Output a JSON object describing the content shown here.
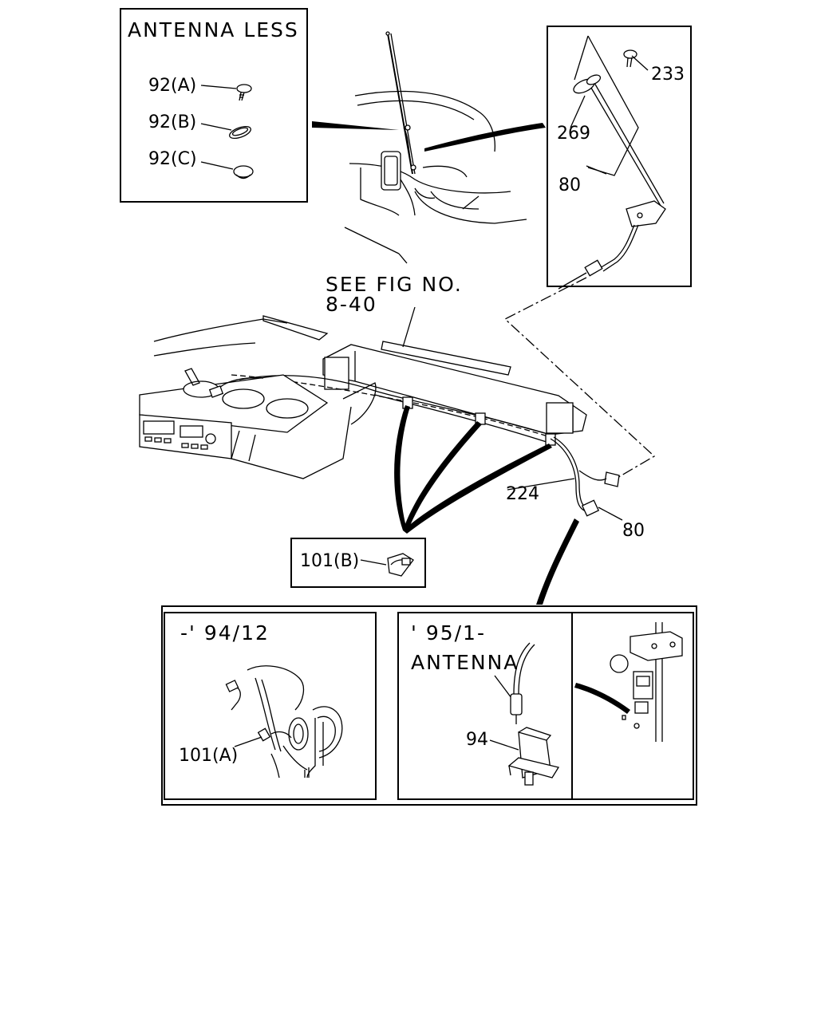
{
  "labels": {
    "antenna_less": "ANTENNA LESS",
    "p92a": "92(A)",
    "p92b": "92(B)",
    "p92c": "92(C)",
    "p233": "233",
    "p269": "269",
    "p80_top": "80",
    "see_fig_line1": "SEE FIG NO.",
    "see_fig_line2": "8-40",
    "p224": "224",
    "p80_mid": "80",
    "p101b": "101(B)",
    "early_range": "-' 94/12",
    "p101a": "101(A)",
    "late_range": "' 95/1-",
    "antenna": "ANTENNA",
    "p94": "94"
  }
}
